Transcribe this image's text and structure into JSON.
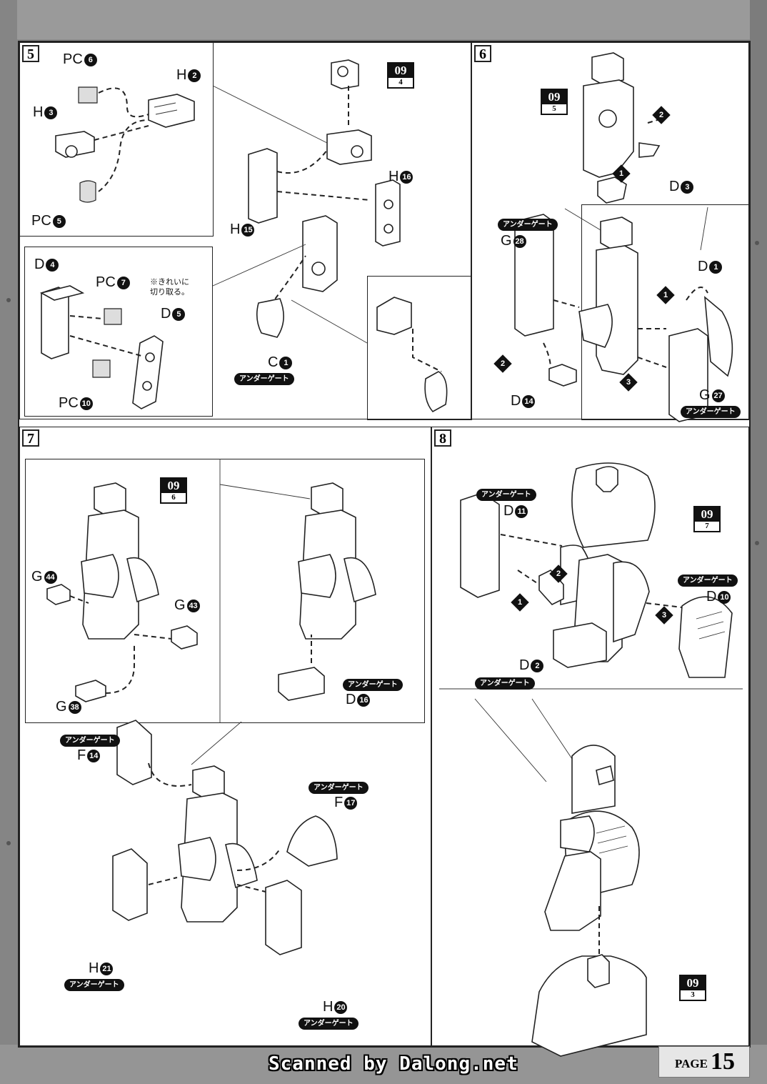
{
  "footer": {
    "credit": "Scanned by Dalong.net",
    "page_word": "PAGE",
    "page_number": "15"
  },
  "gate_label": "アンダーゲート",
  "step5": {
    "number": "5",
    "labels": {
      "pc6_l": "PC",
      "pc6_n": "6",
      "h2_l": "H",
      "h2_n": "2",
      "h3_l": "H",
      "h3_n": "3",
      "pc5_l": "PC",
      "pc5_n": "5",
      "h16_l": "H",
      "h16_n": "16",
      "h15_l": "H",
      "h15_n": "15",
      "d4_l": "D",
      "d4_n": "4",
      "pc7_l": "PC",
      "pc7_n": "7",
      "d5_l": "D",
      "d5_n": "5",
      "pc10_l": "PC",
      "pc10_n": "10",
      "c1_l": "C",
      "c1_n": "1"
    },
    "note": [
      "※きれいに",
      "切り取る。"
    ],
    "ref": {
      "top": "09",
      "bot": "4"
    }
  },
  "step6": {
    "number": "6",
    "ref": {
      "top": "09",
      "bot": "5"
    },
    "labels": {
      "d3_l": "D",
      "d3_n": "3",
      "g28_l": "G",
      "g28_n": "28",
      "d1_l": "D",
      "d1_n": "1",
      "d14_l": "D",
      "d14_n": "14",
      "g27_l": "G",
      "g27_n": "27"
    },
    "arrows": [
      "2",
      "1",
      "1",
      "2",
      "3"
    ]
  },
  "step7": {
    "number": "7",
    "ref": {
      "top": "09",
      "bot": "6"
    },
    "labels": {
      "g44_l": "G",
      "g44_n": "44",
      "g43_l": "G",
      "g43_n": "43",
      "g38_l": "G",
      "g38_n": "38",
      "d16_l": "D",
      "d16_n": "16",
      "f14_l": "F",
      "f14_n": "14",
      "f17_l": "F",
      "f17_n": "17",
      "h21_l": "H",
      "h21_n": "21",
      "h20_l": "H",
      "h20_n": "20"
    }
  },
  "step8": {
    "number": "8",
    "ref1": {
      "top": "09",
      "bot": "7"
    },
    "ref2": {
      "top": "09",
      "bot": "3"
    },
    "labels": {
      "d11_l": "D",
      "d11_n": "11",
      "d10_l": "D",
      "d10_n": "10",
      "d2_l": "D",
      "d2_n": "2"
    },
    "arrows": [
      "2",
      "1",
      "3"
    ]
  }
}
